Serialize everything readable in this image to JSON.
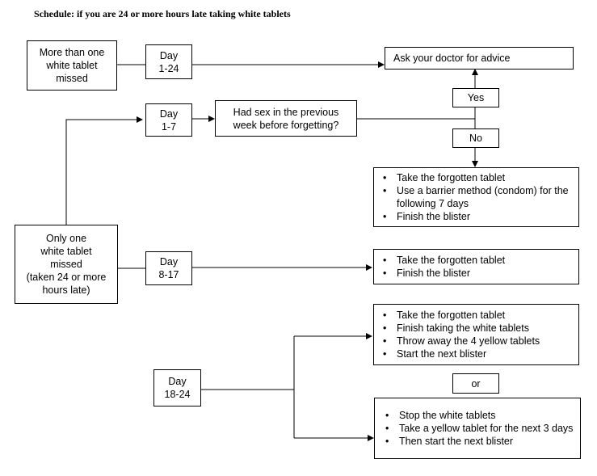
{
  "title": "Schedule: if you are 24 or more hours late taking white tablets",
  "boxes": {
    "more_than_one": [
      "More than one",
      "white tablet",
      "missed"
    ],
    "day_1_24": [
      "Day",
      "1-24"
    ],
    "ask_doctor": "Ask your doctor for advice",
    "yes": "Yes",
    "day_1_7": [
      "Day",
      "1-7"
    ],
    "had_sex": [
      "Had sex in the previous",
      "week before forgetting?"
    ],
    "no": "No",
    "no_actions": [
      "Take the forgotten tablet",
      "Use a barrier method (condom) for the following 7 days",
      "Finish the blister"
    ],
    "only_one": [
      "Only one",
      "white tablet",
      "missed",
      "(taken 24 or more",
      "hours late)"
    ],
    "day_8_17": [
      "Day",
      "8-17"
    ],
    "day_8_17_actions": [
      "Take the forgotten tablet",
      "Finish the blister"
    ],
    "day_18_24": [
      "Day",
      "18-24"
    ],
    "option_a_actions": [
      "Take the forgotten tablet",
      "Finish taking the white tablets",
      "Throw away the 4 yellow tablets",
      "Start the next blister"
    ],
    "or": "or",
    "option_b_actions": [
      "Stop the white tablets",
      "Take a yellow tablet for the next 3 days",
      "Then start the next blister"
    ]
  }
}
